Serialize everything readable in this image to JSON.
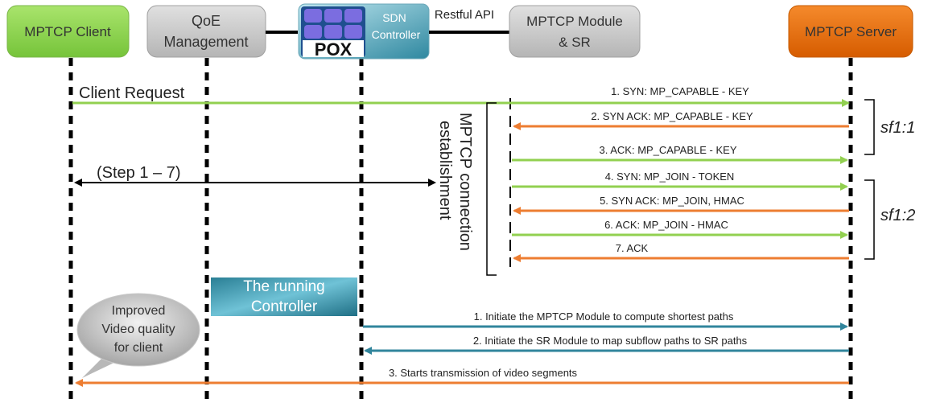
{
  "participants": {
    "client": "MPTCP Client",
    "qoe_line1": "QoE",
    "qoe_line2": "Management",
    "pox_logo": "POX",
    "sdn_line1": "SDN",
    "sdn_line2": "Controller",
    "module_line1": "MPTCP Module",
    "module_line2": "& SR",
    "server": "MPTCP Server"
  },
  "restful_api": "Restful API",
  "client_request": "Client Request",
  "steps_label": "(Step 1 – 7)",
  "establishment_line1": "MPTCP connection",
  "establishment_line2": "establishment",
  "handshake": [
    {
      "label": "1. SYN: MP_CAPABLE - KEY",
      "direction": "to-server",
      "color": "green"
    },
    {
      "label": "2. SYN ACK: MP_CAPABLE - KEY",
      "direction": "to-client",
      "color": "orange"
    },
    {
      "label": "3. ACK: MP_CAPABLE - KEY",
      "direction": "to-server",
      "color": "green"
    },
    {
      "label": "4. SYN: MP_JOIN - TOKEN",
      "direction": "to-server",
      "color": "green"
    },
    {
      "label": "5. SYN ACK: MP_JOIN, HMAC",
      "direction": "to-client",
      "color": "orange"
    },
    {
      "label": "6. ACK: MP_JOIN - HMAC",
      "direction": "to-server",
      "color": "green"
    },
    {
      "label": "7. ACK",
      "direction": "to-client",
      "color": "orange"
    }
  ],
  "subflows": {
    "sf1": "sf1:1",
    "sf2": "sf1:2"
  },
  "running_line1": "The running",
  "running_line2": "Controller",
  "bubble_line1": "Improved",
  "bubble_line2": "Video quality",
  "bubble_line3": "for client",
  "controller_msgs": [
    {
      "label": "1. Initiate the MPTCP Module to compute shortest paths",
      "direction": "to-server",
      "color": "teal"
    },
    {
      "label": "2. Initiate the SR Module to map subflow paths to SR paths",
      "direction": "to-controller",
      "color": "teal"
    },
    {
      "label": "3. Starts transmission of video segments",
      "direction": "to-client",
      "color": "orange"
    }
  ],
  "colors": {
    "green": "#92d050",
    "orange": "#ed7d31",
    "teal": "#31859c",
    "client_box": "#8fd14f",
    "gray_box": "#bfbfbf",
    "server_box": "#e36c09"
  }
}
